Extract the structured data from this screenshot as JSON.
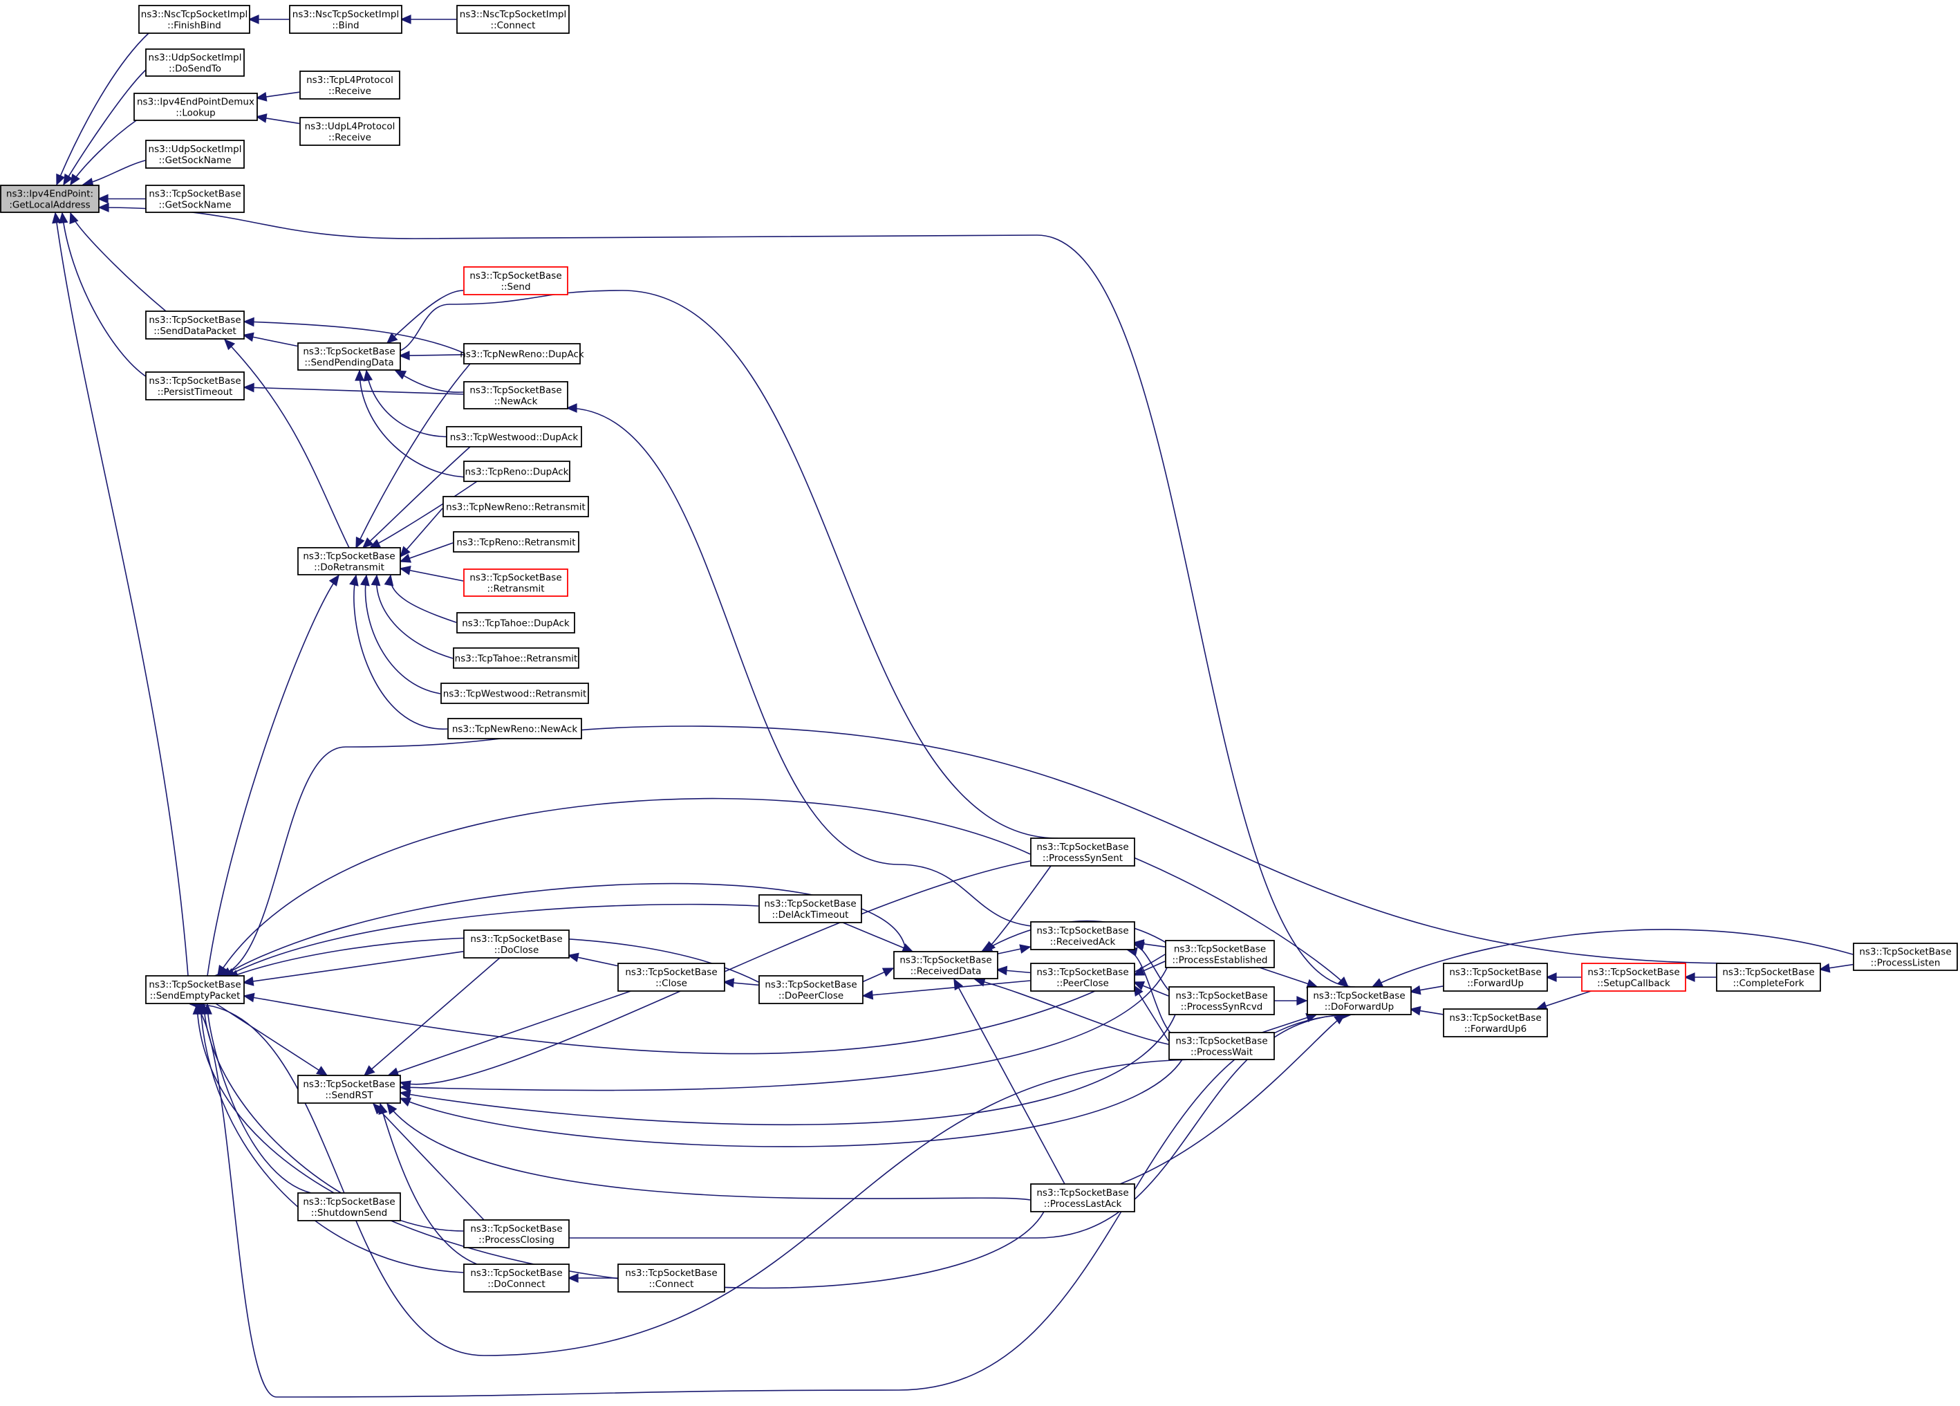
{
  "colors": {
    "edge": "#191970",
    "border_normal": "#000000",
    "border_truncated": "#ff0000",
    "fill_normal": "#ffffff",
    "fill_focus": "#bfbfbf"
  },
  "nodes": [
    {
      "id": "getlocal",
      "lines": [
        "ns3::Ipv4EndPoint:",
        ":GetLocalAddress"
      ],
      "style": "focus"
    },
    {
      "id": "finishbind",
      "lines": [
        "ns3::NscTcpSocketImpl",
        "::FinishBind"
      ],
      "style": "normal"
    },
    {
      "id": "nscbind",
      "lines": [
        "ns3::NscTcpSocketImpl",
        "::Bind"
      ],
      "style": "normal"
    },
    {
      "id": "nscconnect",
      "lines": [
        "ns3::NscTcpSocketImpl",
        "::Connect"
      ],
      "style": "normal"
    },
    {
      "id": "udpdosendto",
      "lines": [
        "ns3::UdpSocketImpl",
        "::DoSendTo"
      ],
      "style": "normal"
    },
    {
      "id": "demuxlookup",
      "lines": [
        "ns3::Ipv4EndPointDemux",
        "::Lookup"
      ],
      "style": "normal"
    },
    {
      "id": "tcpl4recv",
      "lines": [
        "ns3::TcpL4Protocol",
        "::Receive"
      ],
      "style": "normal"
    },
    {
      "id": "udpl4recv",
      "lines": [
        "ns3::UdpL4Protocol",
        "::Receive"
      ],
      "style": "normal"
    },
    {
      "id": "udpgetsock",
      "lines": [
        "ns3::UdpSocketImpl",
        "::GetSockName"
      ],
      "style": "normal"
    },
    {
      "id": "tcpgetsock",
      "lines": [
        "ns3::TcpSocketBase",
        "::GetSockName"
      ],
      "style": "normal"
    },
    {
      "id": "send",
      "lines": [
        "ns3::TcpSocketBase",
        "::Send"
      ],
      "style": "truncated"
    },
    {
      "id": "senddatapacket",
      "lines": [
        "ns3::TcpSocketBase",
        "::SendDataPacket"
      ],
      "style": "normal"
    },
    {
      "id": "sendpending",
      "lines": [
        "ns3::TcpSocketBase",
        "::SendPendingData"
      ],
      "style": "normal"
    },
    {
      "id": "newrenodupack",
      "lines": [
        "ns3::TcpNewReno::DupAck"
      ],
      "style": "normal"
    },
    {
      "id": "persisttimeout",
      "lines": [
        "ns3::TcpSocketBase",
        "::PersistTimeout"
      ],
      "style": "normal"
    },
    {
      "id": "newack",
      "lines": [
        "ns3::TcpSocketBase",
        "::NewAck"
      ],
      "style": "normal"
    },
    {
      "id": "westwooddupack",
      "lines": [
        "ns3::TcpWestwood::DupAck"
      ],
      "style": "normal"
    },
    {
      "id": "renodupack",
      "lines": [
        "ns3::TcpReno::DupAck"
      ],
      "style": "normal"
    },
    {
      "id": "newrenoretx",
      "lines": [
        "ns3::TcpNewReno::Retransmit"
      ],
      "style": "normal"
    },
    {
      "id": "renoretx",
      "lines": [
        "ns3::TcpReno::Retransmit"
      ],
      "style": "normal"
    },
    {
      "id": "doretx",
      "lines": [
        "ns3::TcpSocketBase",
        "::DoRetransmit"
      ],
      "style": "normal"
    },
    {
      "id": "baseretx",
      "lines": [
        "ns3::TcpSocketBase",
        "::Retransmit"
      ],
      "style": "truncated"
    },
    {
      "id": "tahoedupack",
      "lines": [
        "ns3::TcpTahoe::DupAck"
      ],
      "style": "normal"
    },
    {
      "id": "tahoeretx",
      "lines": [
        "ns3::TcpTahoe::Retransmit"
      ],
      "style": "normal"
    },
    {
      "id": "westwoodretx",
      "lines": [
        "ns3::TcpWestwood::Retransmit"
      ],
      "style": "normal"
    },
    {
      "id": "newrenonewack",
      "lines": [
        "ns3::TcpNewReno::NewAck"
      ],
      "style": "normal"
    },
    {
      "id": "processsynsent",
      "lines": [
        "ns3::TcpSocketBase",
        "::ProcessSynSent"
      ],
      "style": "normal"
    },
    {
      "id": "delacktimeout",
      "lines": [
        "ns3::TcpSocketBase",
        "::DelAckTimeout"
      ],
      "style": "normal"
    },
    {
      "id": "receivedack",
      "lines": [
        "ns3::TcpSocketBase",
        "::ReceivedAck"
      ],
      "style": "normal"
    },
    {
      "id": "doclose",
      "lines": [
        "ns3::TcpSocketBase",
        "::DoClose"
      ],
      "style": "normal"
    },
    {
      "id": "processestablished",
      "lines": [
        "ns3::TcpSocketBase",
        "::ProcessEstablished"
      ],
      "style": "normal"
    },
    {
      "id": "receiveddata",
      "lines": [
        "ns3::TcpSocketBase",
        "::ReceivedData"
      ],
      "style": "normal"
    },
    {
      "id": "close",
      "lines": [
        "ns3::TcpSocketBase",
        "::Close"
      ],
      "style": "normal"
    },
    {
      "id": "peerclose",
      "lines": [
        "ns3::TcpSocketBase",
        "::PeerClose"
      ],
      "style": "normal"
    },
    {
      "id": "dopeerclose",
      "lines": [
        "ns3::TcpSocketBase",
        "::DoPeerClose"
      ],
      "style": "normal"
    },
    {
      "id": "sendempty",
      "lines": [
        "ns3::TcpSocketBase",
        "::SendEmptyPacket"
      ],
      "style": "normal"
    },
    {
      "id": "processsynrcvd",
      "lines": [
        "ns3::TcpSocketBase",
        "::ProcessSynRcvd"
      ],
      "style": "normal"
    },
    {
      "id": "doforwardup",
      "lines": [
        "ns3::TcpSocketBase",
        "::DoForwardUp"
      ],
      "style": "normal"
    },
    {
      "id": "forwardup",
      "lines": [
        "ns3::TcpSocketBase",
        "::ForwardUp"
      ],
      "style": "normal"
    },
    {
      "id": "setupcallback",
      "lines": [
        "ns3::TcpSocketBase",
        "::SetupCallback"
      ],
      "style": "truncated"
    },
    {
      "id": "completefork",
      "lines": [
        "ns3::TcpSocketBase",
        "::CompleteFork"
      ],
      "style": "normal"
    },
    {
      "id": "processlisten",
      "lines": [
        "ns3::TcpSocketBase",
        "::ProcessListen"
      ],
      "style": "normal"
    },
    {
      "id": "processwait",
      "lines": [
        "ns3::TcpSocketBase",
        "::ProcessWait"
      ],
      "style": "normal"
    },
    {
      "id": "forwardup6",
      "lines": [
        "ns3::TcpSocketBase",
        "::ForwardUp6"
      ],
      "style": "normal"
    },
    {
      "id": "sendrst",
      "lines": [
        "ns3::TcpSocketBase",
        "::SendRST"
      ],
      "style": "normal"
    },
    {
      "id": "processlastack",
      "lines": [
        "ns3::TcpSocketBase",
        "::ProcessLastAck"
      ],
      "style": "normal"
    },
    {
      "id": "shutdownsend",
      "lines": [
        "ns3::TcpSocketBase",
        "::ShutdownSend"
      ],
      "style": "normal"
    },
    {
      "id": "processclosing",
      "lines": [
        "ns3::TcpSocketBase",
        "::ProcessClosing"
      ],
      "style": "normal"
    },
    {
      "id": "doconnect",
      "lines": [
        "ns3::TcpSocketBase",
        "::DoConnect"
      ],
      "style": "normal"
    },
    {
      "id": "connect",
      "lines": [
        "ns3::TcpSocketBase",
        "::Connect"
      ],
      "style": "normal"
    }
  ]
}
